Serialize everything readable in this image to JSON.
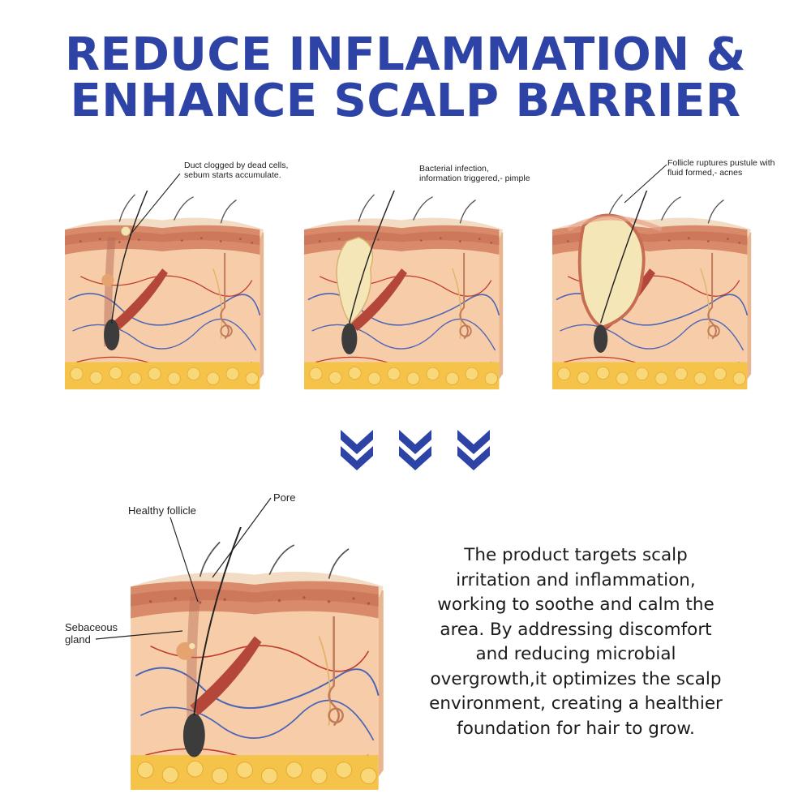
{
  "title": {
    "line1": "REDUCE INFLAMMATION &",
    "line2": "ENHANCE SCALP BARRIER"
  },
  "colors": {
    "title": "#2e43a6",
    "chevron": "#2e43a6",
    "skin_top": "#f3dcc4",
    "skin_body": "#f6cda8",
    "dermis_band": "#d88a6a",
    "fat_layer": "#f5c24a",
    "vessels_blue": "#4a63b8",
    "vessels_red": "#c0392b",
    "pustule": "#f4e6b6"
  },
  "stages": [
    {
      "label_line1": "Duct clogged by dead cells,",
      "label_line2": "sebum starts accumulate."
    },
    {
      "label_line1": "Bacterial infection,",
      "label_line2": "information triggered,- pimple"
    },
    {
      "label_line1": "Follicle ruptures pustule with",
      "label_line2": "fluid formed,- acnes"
    }
  ],
  "healthy": {
    "follicle_label": "Healthy follicle",
    "pore_label": "Pore",
    "gland_label_line1": "Sebaceous",
    "gland_label_line2": "gland"
  },
  "description": {
    "line1": "The product targets scalp",
    "line2": "irritation and inflammation,",
    "line3": "working to soothe and calm the",
    "line4": "area. By addressing discomfort",
    "line5": "and reducing microbial",
    "line6": "overgrowth,it optimizes the scalp",
    "line7": "environment, creating a healthier",
    "line8": "foundation for hair to grow."
  }
}
